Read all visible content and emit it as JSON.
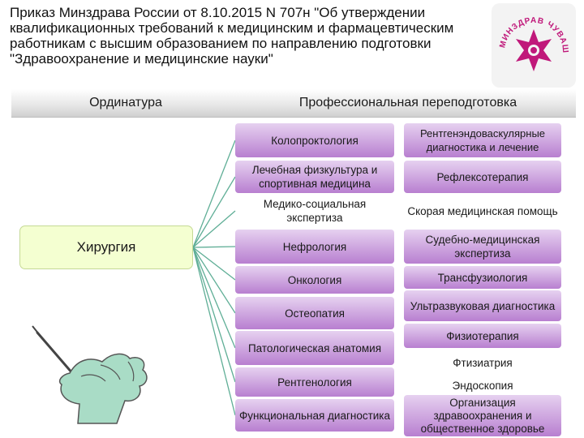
{
  "title": "Приказ Минздрава России от 8.10.2015 N 707н \"Об утверждении квалификационных требований к медицинским и фармацевтическим работникам с высшим образованием по направлению подготовки \"Здравоохранение и медицинские науки\"",
  "logo_text": "МИНЗДРАВ ЧУВАШИИ",
  "header": {
    "left": "Ординатура",
    "right": "Профессиональная переподготовка"
  },
  "specialty": "Хирургия",
  "left_column": [
    "Колопроктология",
    "Лечебная физкультура и спортивная медицина",
    "Медико-социальная экспертиза",
    "Нефрология",
    "Онкология",
    "Остеопатия",
    "Патологическая анатомия",
    "Рентгенология",
    "Функциональная диагностика"
  ],
  "right_column": [
    "Рентгенэндоваскулярные диагностика и лечение",
    "Рефлексотерапия",
    "Скорая медицинская помощь",
    "Судебно-медицинская экспертиза",
    "Трансфузиология",
    "Ультразвуковая диагностика",
    "Физиотерапия",
    "Фтизиатрия",
    "Эндоскопия",
    "Организация здравоохранения и общественное здоровье"
  ],
  "colors": {
    "box_top": "#e6d1f0",
    "box_bottom": "#b87fd0",
    "specialty_bg": "#f4ffd1",
    "connector": "#5fae96",
    "logo": "#c0187a",
    "glove": "#9fd6be"
  },
  "icons": [
    "ministry-logo-icon",
    "surgical-glove-icon"
  ]
}
